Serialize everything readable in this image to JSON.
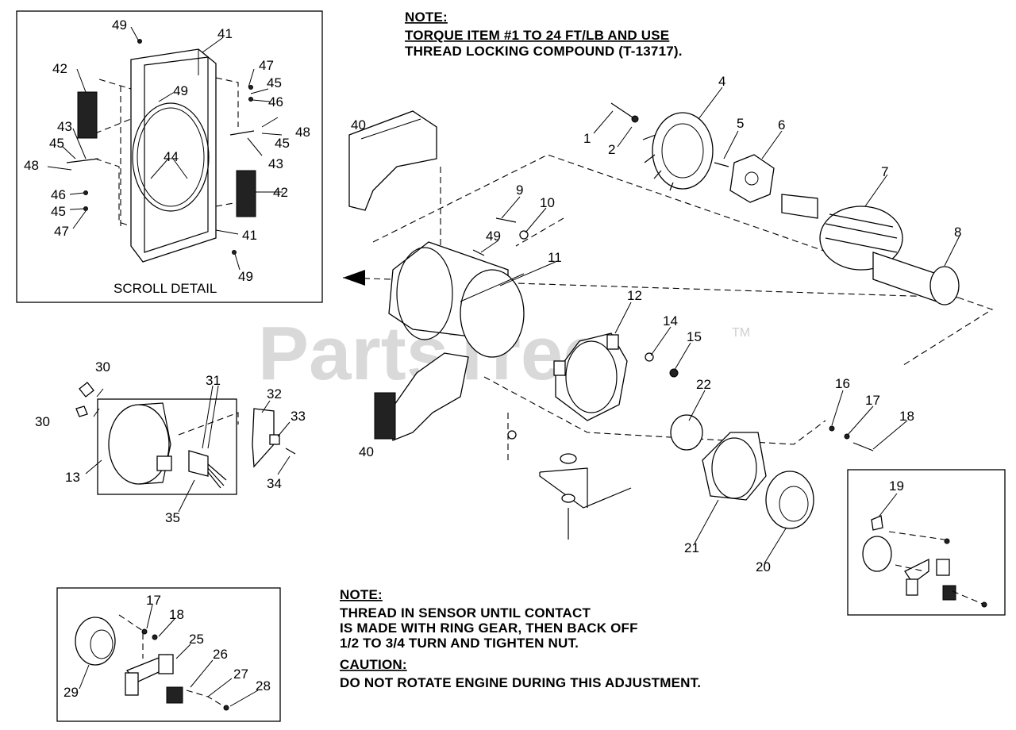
{
  "scroll_detail": {
    "title": "SCROLL DETAIL",
    "labels": [
      "49",
      "41",
      "42",
      "49",
      "47",
      "45",
      "46",
      "48",
      "45",
      "43",
      "44",
      "43",
      "45",
      "48",
      "46",
      "45",
      "47",
      "42",
      "41",
      "49"
    ]
  },
  "notes": {
    "torque_heading": "NOTE:",
    "torque_line1": "TORQUE ITEM #1 TO 24 FT/LB AND USE",
    "torque_line2": "THREAD LOCKING COMPOUND (T-13717).",
    "sensor_heading": "NOTE:",
    "sensor_line1": "THREAD IN SENSOR UNTIL CONTACT",
    "sensor_line2": "IS MADE WITH RING GEAR, THEN BACK OFF",
    "sensor_line3": "1/2 TO 3/4 TURN AND TIGHTEN NUT.",
    "caution_heading": "CAUTION:",
    "caution_line1": "DO NOT ROTATE ENGINE DURING THIS ADJUSTMENT."
  },
  "main_labels": [
    "1",
    "2",
    "4",
    "5",
    "6",
    "7",
    "8",
    "9",
    "10",
    "49",
    "11",
    "40",
    "40",
    "12",
    "14",
    "15",
    "22",
    "16",
    "17",
    "18",
    "21",
    "20",
    "19"
  ],
  "left_detail_labels": [
    "30",
    "30",
    "31",
    "32",
    "33",
    "34",
    "35",
    "13"
  ],
  "bottom_detail_labels": [
    "17",
    "18",
    "25",
    "26",
    "27",
    "28",
    "29"
  ],
  "watermark": {
    "text": "PartsTree",
    "tm": "TM"
  }
}
